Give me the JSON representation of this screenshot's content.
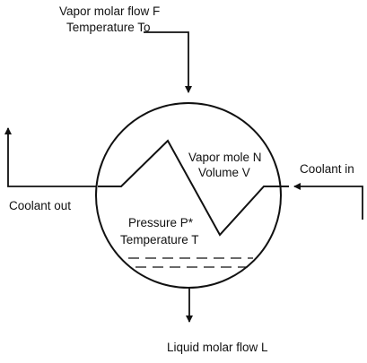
{
  "labels": {
    "feed_line1": "Vapor molar flow F",
    "feed_line2": "Temperature To",
    "vapor_line1": "Vapor mole N",
    "vapor_line2": "Volume V",
    "coolant_in": "Coolant in",
    "coolant_out": "Coolant out",
    "pressure_line1": "Pressure P*",
    "pressure_line2": "Temperature T",
    "liquid_out": "Liquid molar flow L"
  },
  "colors": {
    "stroke": "#111111",
    "background": "#ffffff"
  }
}
